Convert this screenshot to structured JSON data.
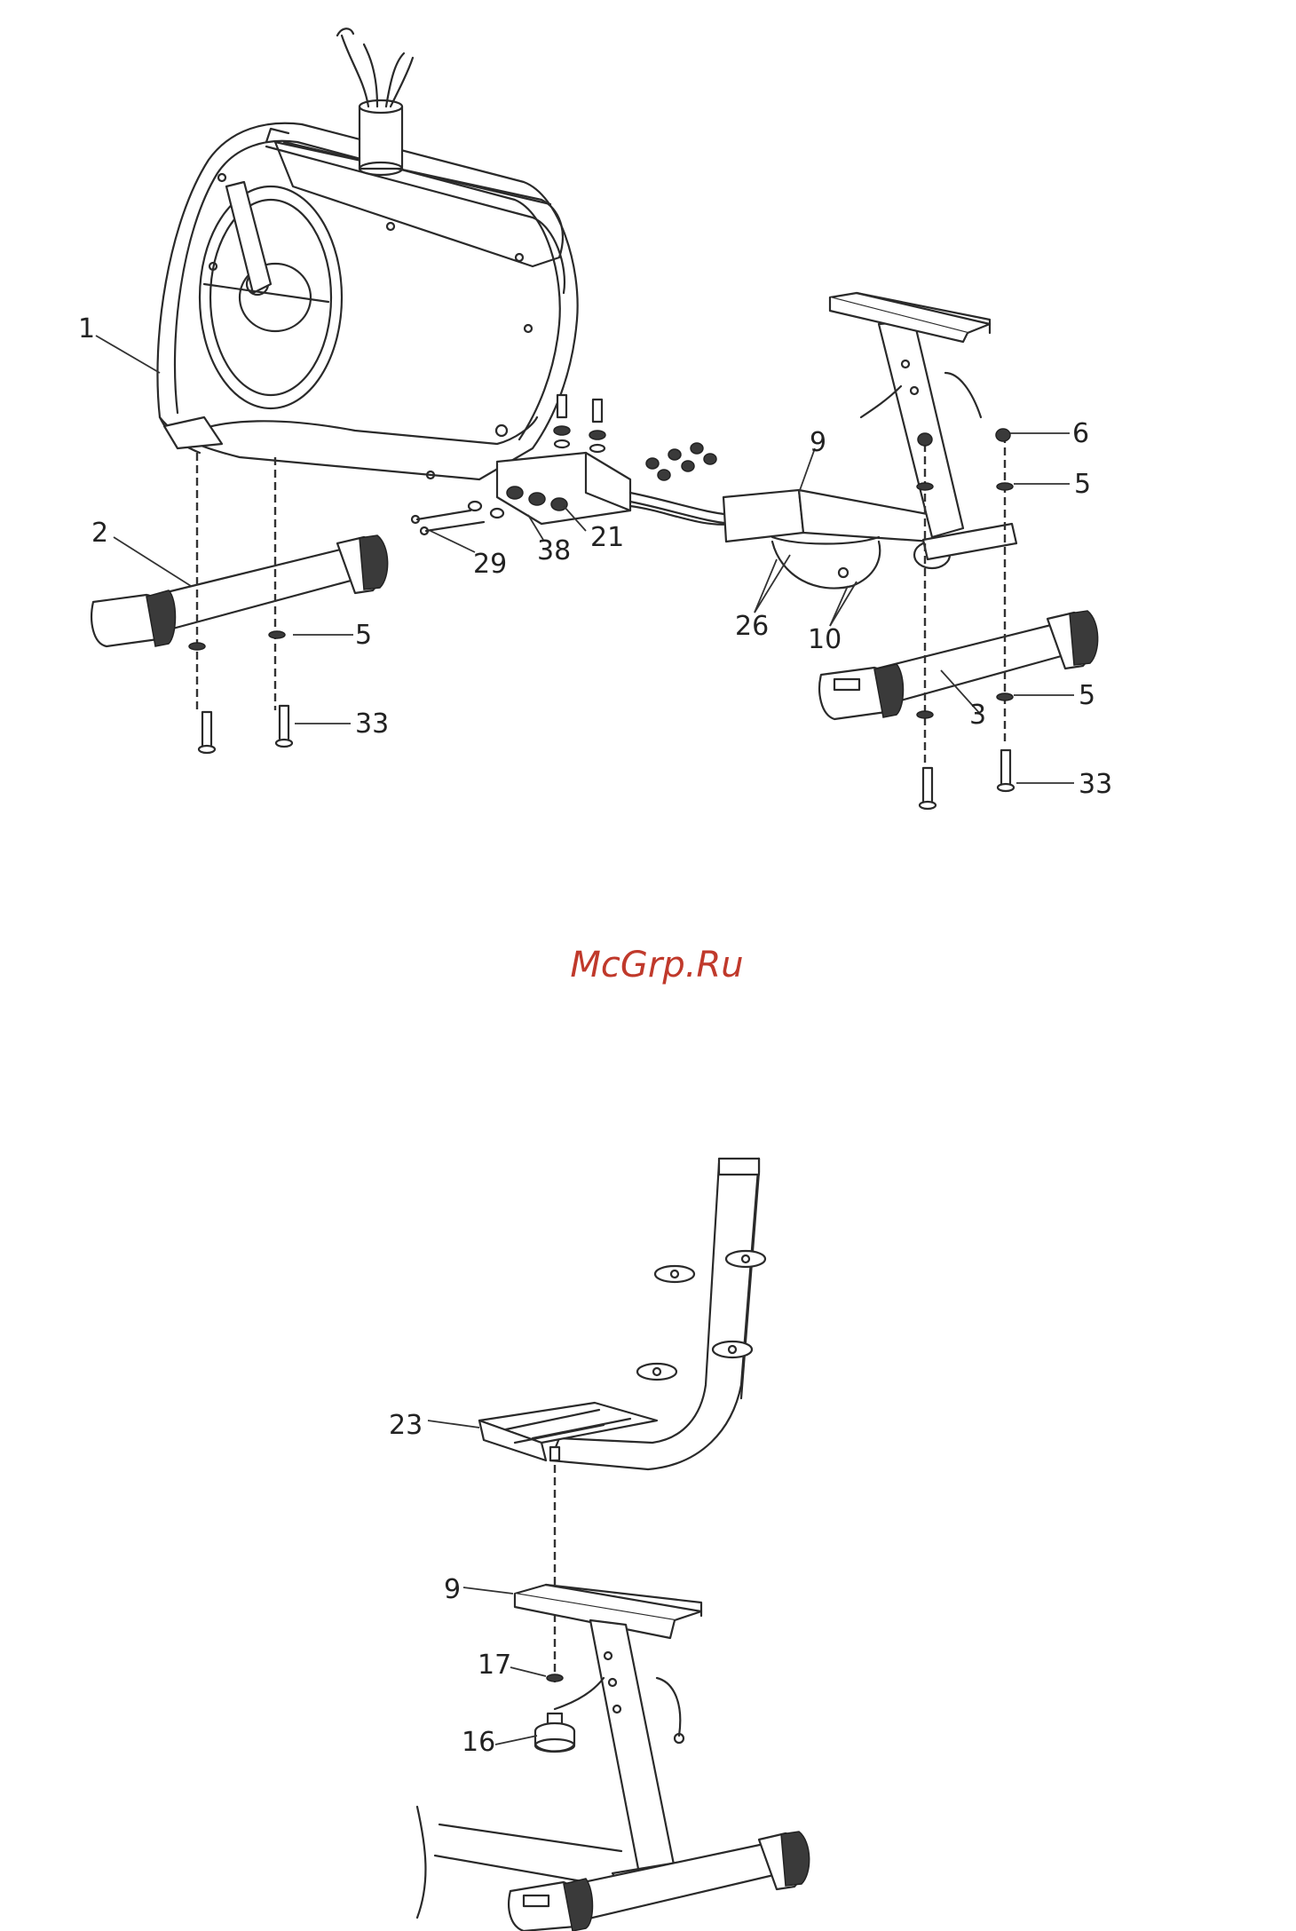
{
  "watermark": {
    "text": "McGrp.Ru",
    "color": "#c0392b"
  },
  "figure_top": {
    "labels": {
      "l1": "1",
      "l2": "2",
      "l3": "3",
      "l5a": "5",
      "l5b": "5",
      "l5c": "5",
      "l6": "6",
      "l9": "9",
      "l10": "10",
      "l21": "21",
      "l26": "26",
      "l29": "29",
      "l33a": "33",
      "l33b": "33",
      "l38": "38"
    }
  },
  "figure_bottom": {
    "labels": {
      "l9": "9",
      "l16": "16",
      "l17": "17",
      "l23": "23"
    }
  }
}
